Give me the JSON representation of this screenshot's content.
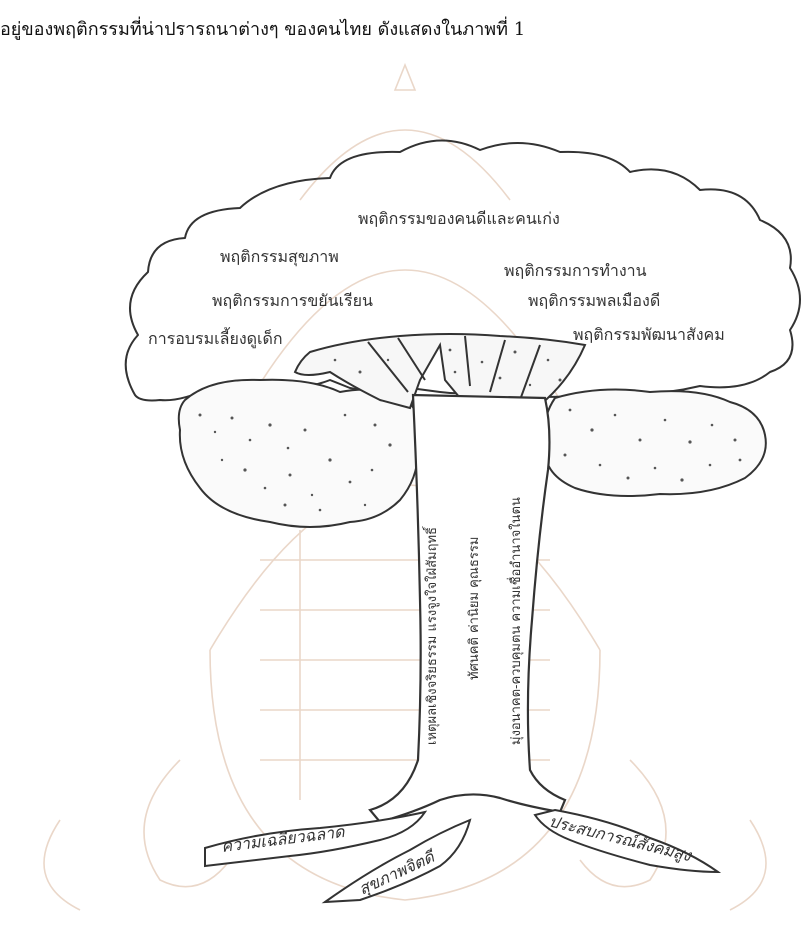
{
  "caption": "อยู่ของพฤติกรรมที่น่าปรารถนาต่างๆ ของคนไทย ดังแสดงในภาพที่ 1",
  "crown": {
    "top": "พฤติกรรมของคนดีและคนเก่ง",
    "health": "พฤติกรรมสุขภาพ",
    "study": "พฤติกรรมการขยันเรียน",
    "childcare": "การอบรมเลี้ยงดูเด็ก",
    "work": "พฤติกรรมการทำงาน",
    "citizen": "พฤติกรรมพลเมืองดี",
    "social": "พฤติกรรมพัฒนาสังคม"
  },
  "trunk": {
    "left": "เหตุผลเชิงจริยธรรม แรงจูงใจใฝ่สัมฤทธิ์",
    "middle": "ทัศนคติ ค่านิยม คุณธรรม",
    "right": "มุ่งอนาคต-ควบคุมตน ความเชื่ออำนาจในตน"
  },
  "roots": {
    "left": "ความเฉลียวฉลาด",
    "middle": "สุขภาพจิตดี",
    "right": "ประสบการณ์สังคมสูง"
  },
  "colors": {
    "line": "#333333",
    "watermark": "#ead7c9",
    "dots": "#555555"
  }
}
